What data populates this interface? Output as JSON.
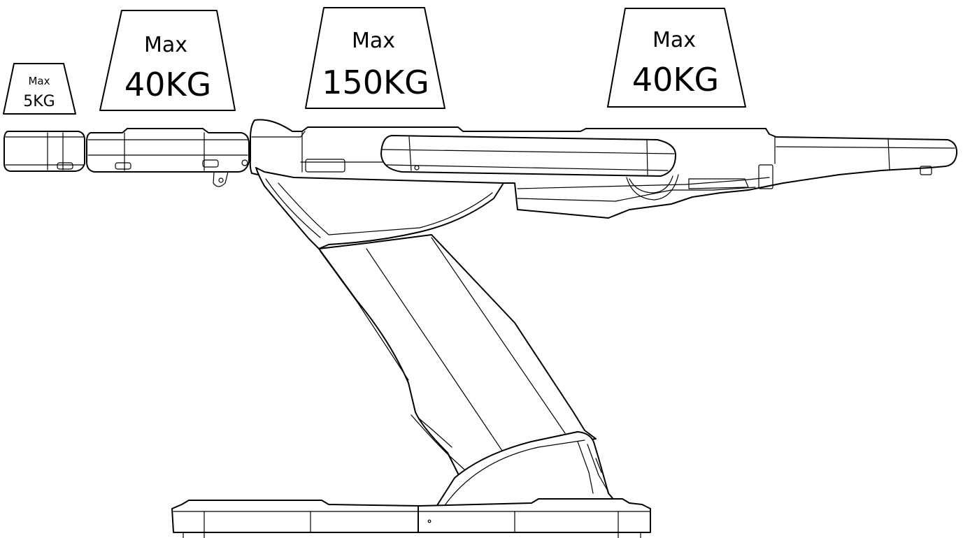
{
  "weight_labels": [
    {
      "id": "head",
      "line1": "Max",
      "line2": "5KG"
    },
    {
      "id": "back",
      "line1": "Max",
      "line2": "40KG"
    },
    {
      "id": "seat",
      "line1": "Max",
      "line2": "150KG"
    },
    {
      "id": "legs",
      "line1": "Max",
      "line2": "40KG"
    }
  ]
}
